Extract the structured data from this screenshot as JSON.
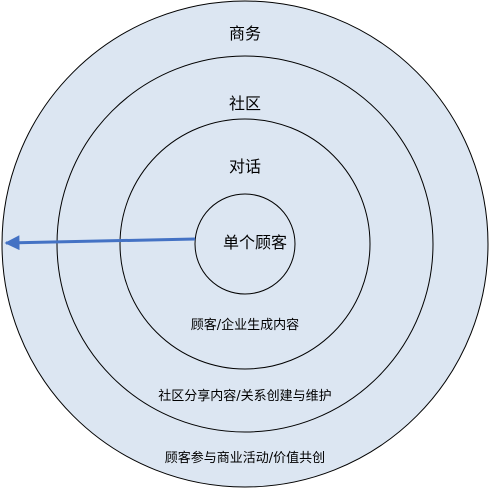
{
  "diagram": {
    "rings": [
      {
        "title": "商务",
        "caption": "顾客参与商业活动/价值共创"
      },
      {
        "title": "社区",
        "caption": "社区分享内容/关系创建与维护"
      },
      {
        "title": "对话",
        "caption": "顾客/企业生成内容"
      },
      {
        "title": "单个顾客",
        "caption": ""
      }
    ],
    "colors": {
      "ring_fill": "#DCE6F2",
      "ring_stroke": "#000000",
      "arrow": "#4472C4",
      "text": "#000000"
    }
  }
}
